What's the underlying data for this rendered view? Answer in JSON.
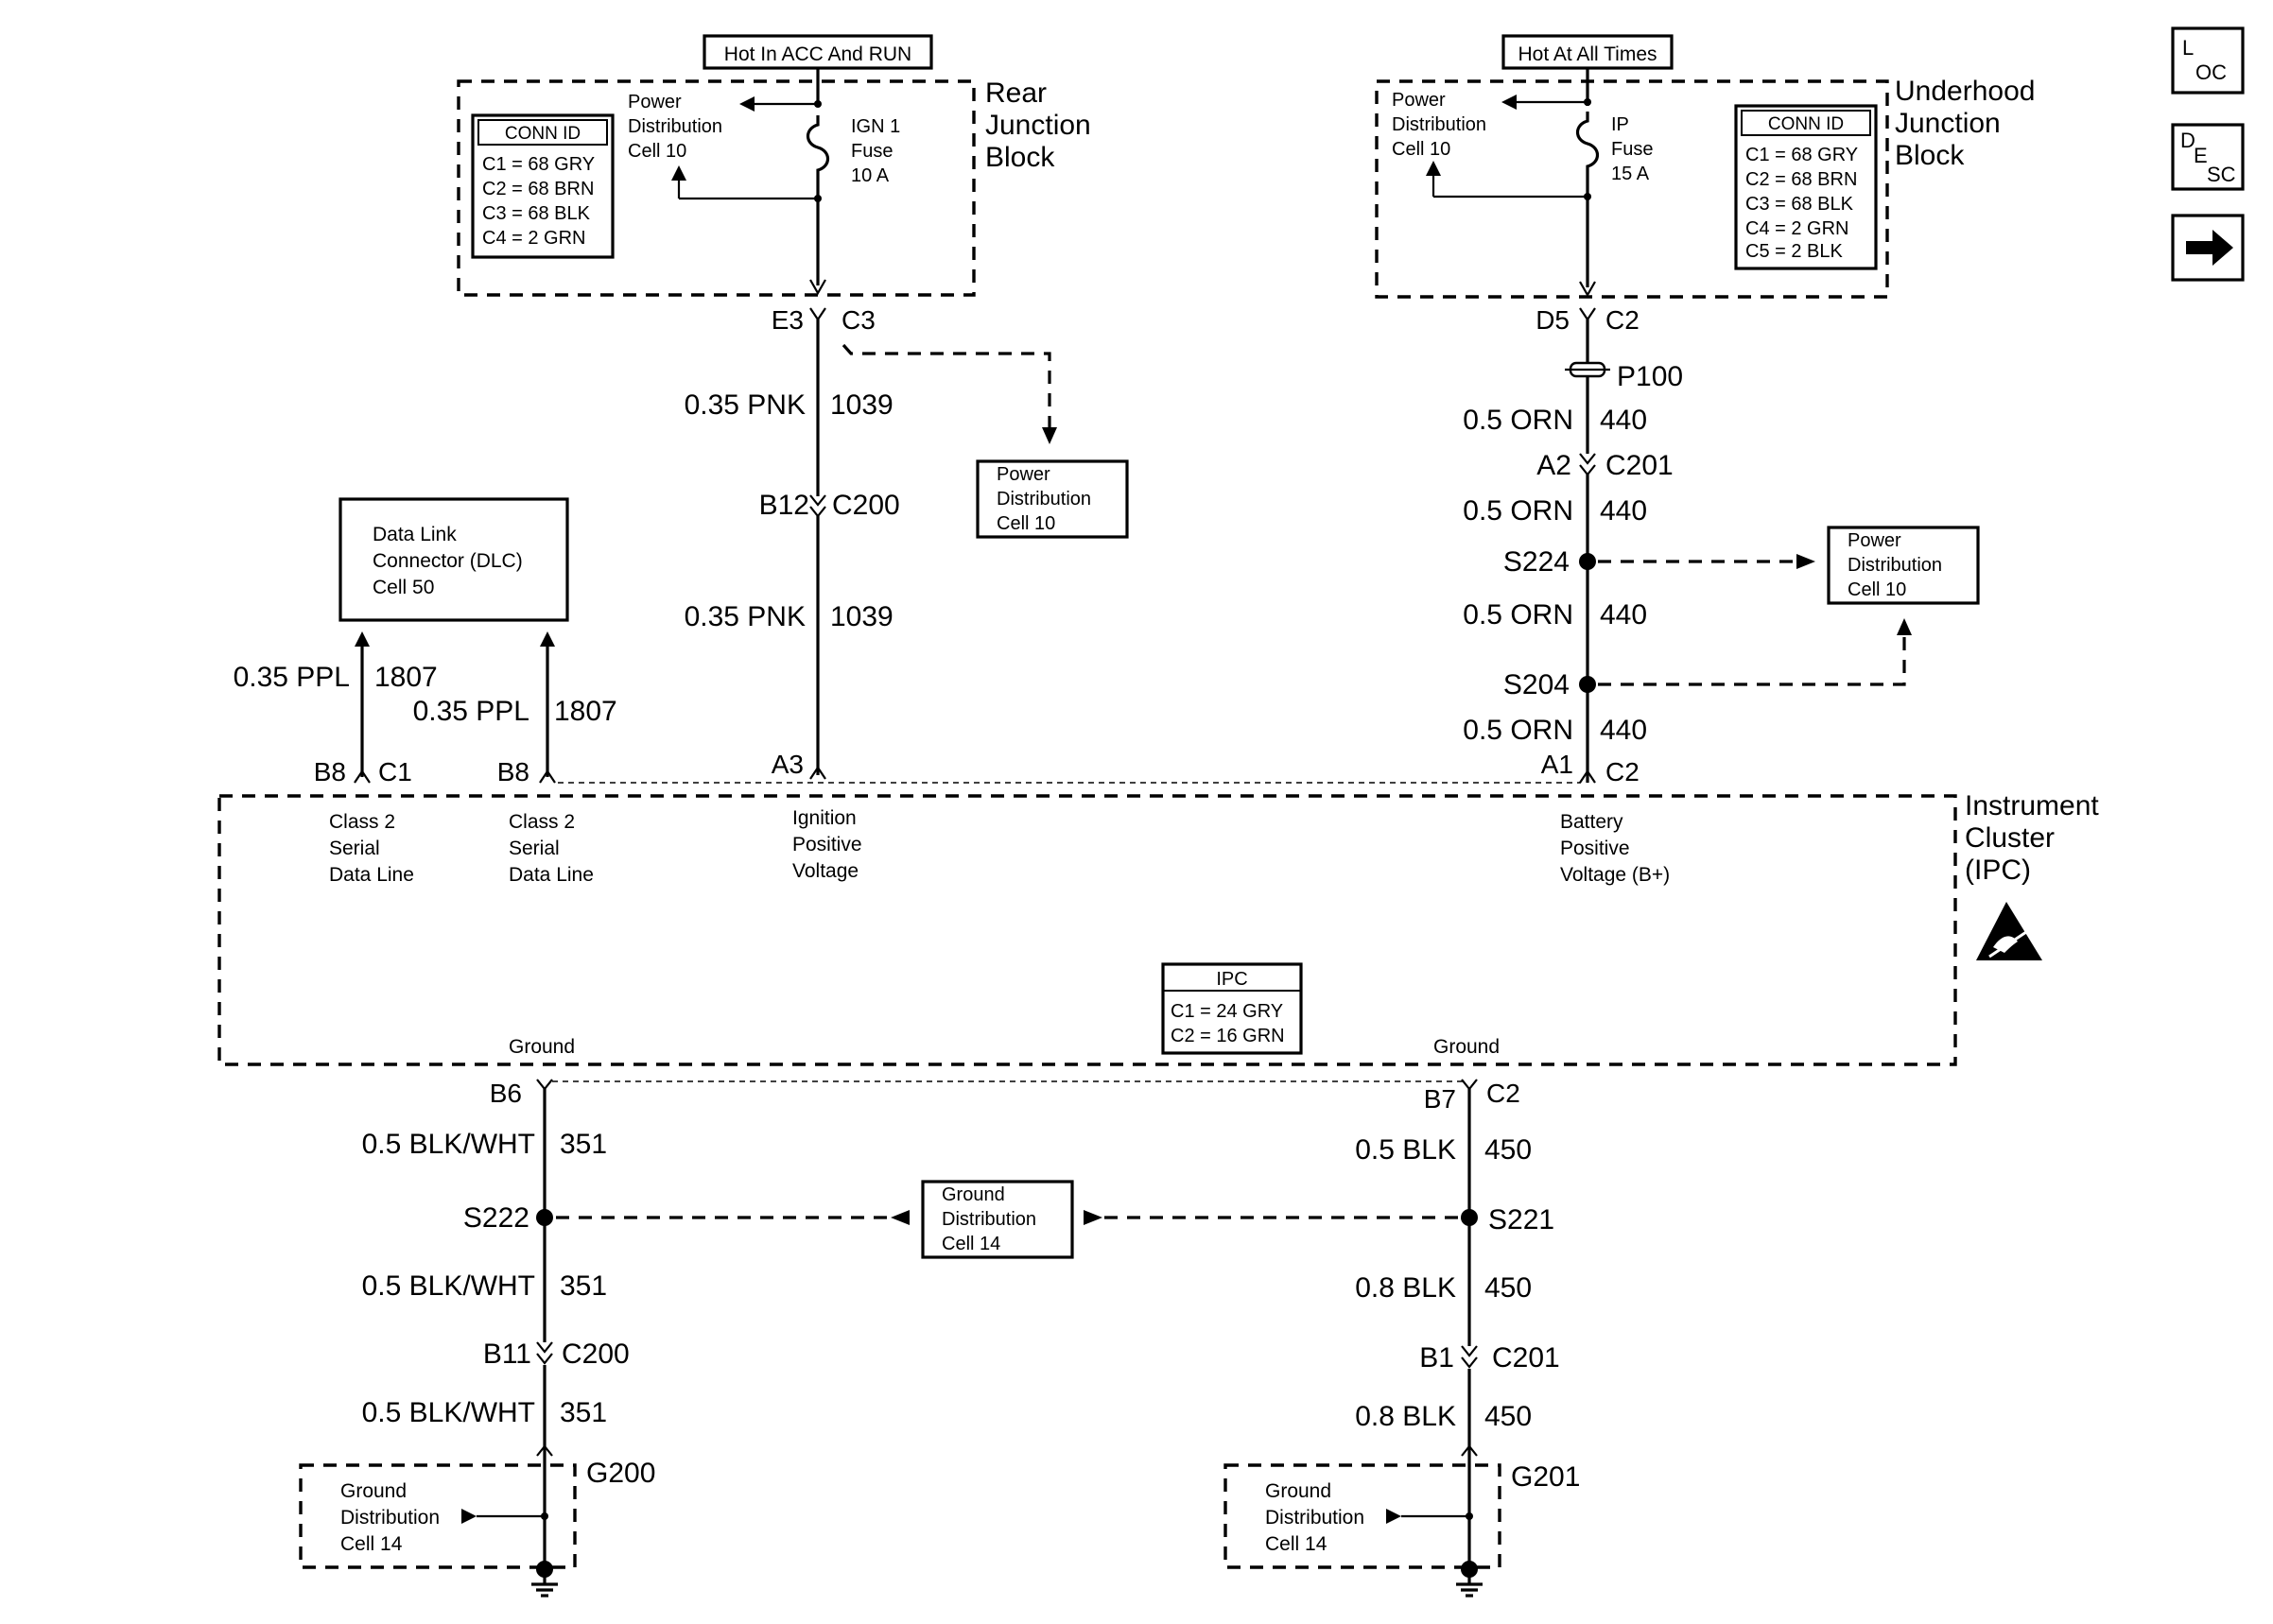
{
  "nav": {
    "loc_label_top": "L",
    "loc_label_bottom": "OC",
    "desc_label_top": "D",
    "desc_label_mid": "E",
    "desc_label_bottom": "SC"
  },
  "rear_jb": {
    "source_label": "Hot In ACC And RUN",
    "name": [
      "Rear",
      "Junction",
      "Block"
    ],
    "conn_id_title": "CONN ID",
    "conn_ids": [
      "C1 = 68 GRY",
      "C2 = 68 BRN",
      "C3 = 68 BLK",
      "C4 = 2 GRN"
    ],
    "pd_ref": [
      "Power",
      "Distribution",
      "Cell 10"
    ],
    "fuse": [
      "IGN 1",
      "Fuse",
      "10 A"
    ],
    "out_pin": "E3",
    "out_conn": "C3"
  },
  "underhood_jb": {
    "source_label": "Hot At All Times",
    "name": [
      "Underhood",
      "Junction",
      "Block"
    ],
    "conn_id_title": "CONN ID",
    "conn_ids": [
      "C1 = 68 GRY",
      "C2 = 68 BRN",
      "C3 = 68 BLK",
      "C4 = 2 GRN",
      "C5 = 2 BLK"
    ],
    "pd_ref": [
      "Power",
      "Distribution",
      "Cell 10"
    ],
    "fuse": [
      "IP",
      "Fuse",
      "15 A"
    ],
    "out_pin": "D5",
    "out_conn": "C2"
  },
  "ign_circuit": {
    "wire1_size": "0.35 PNK",
    "wire1_num": "1039",
    "inline_pin": "B12",
    "inline_conn": "C200",
    "wire2_size": "0.35 PNK",
    "wire2_num": "1039",
    "pd_box": [
      "Power",
      "Distribution",
      "Cell 10"
    ],
    "ipc_pin": "A3"
  },
  "batt_circuit": {
    "p100": "P100",
    "wire1_size": "0.5 ORN",
    "wire1_num": "440",
    "inline_pin": "A2",
    "inline_conn": "C201",
    "wire2_size": "0.5 ORN",
    "wire2_num": "440",
    "splice1": "S224",
    "wire3_size": "0.5 ORN",
    "wire3_num": "440",
    "splice2": "S204",
    "wire4_size": "0.5 ORN",
    "wire4_num": "440",
    "pd_box": [
      "Power",
      "Distribution",
      "Cell 10"
    ],
    "ipc_pin": "A1",
    "ipc_conn": "C2"
  },
  "dlc": {
    "box": [
      "Data Link",
      "Connector (DLC)",
      "Cell 50"
    ],
    "wire_a_size": "0.35 PPL",
    "wire_a_num": "1807",
    "wire_b_size": "0.35 PPL",
    "wire_b_num": "1807",
    "pin_a": "B8",
    "conn_a": "C1",
    "pin_b": "B8"
  },
  "ipc": {
    "name": [
      "Instrument",
      "Cluster",
      "(IPC)"
    ],
    "class2_a": [
      "Class 2",
      "Serial",
      "Data Line"
    ],
    "class2_b": [
      "Class 2",
      "Serial",
      "Data Line"
    ],
    "ignition": [
      "Ignition",
      "Positive",
      "Voltage"
    ],
    "battery": [
      "Battery",
      "Positive",
      "Voltage (B+)"
    ],
    "conn_title": "IPC",
    "conn_ids": [
      "C1 = 24 GRY",
      "C2 = 16 GRN"
    ],
    "ground_left": "Ground",
    "ground_right": "Ground"
  },
  "gnd_left": {
    "pin": "B6",
    "wire1_size": "0.5 BLK/WHT",
    "wire1_num": "351",
    "splice": "S222",
    "wire2_size": "0.5 BLK/WHT",
    "wire2_num": "351",
    "inline_pin": "B11",
    "inline_conn": "C200",
    "wire3_size": "0.5 BLK/WHT",
    "wire3_num": "351",
    "ground": "G200",
    "gd_box": [
      "Ground",
      "Distribution",
      "Cell 14"
    ]
  },
  "gnd_right": {
    "pin": "B7",
    "conn": "C2",
    "wire1_size": "0.5 BLK",
    "wire1_num": "450",
    "splice": "S221",
    "wire2_size": "0.8 BLK",
    "wire2_num": "450",
    "inline_pin": "B1",
    "inline_conn": "C201",
    "wire3_size": "0.8 BLK",
    "wire3_num": "450",
    "ground": "G201",
    "gd_box": [
      "Ground",
      "Distribution",
      "Cell 14"
    ]
  },
  "gd_center": [
    "Ground",
    "Distribution",
    "Cell 14"
  ]
}
